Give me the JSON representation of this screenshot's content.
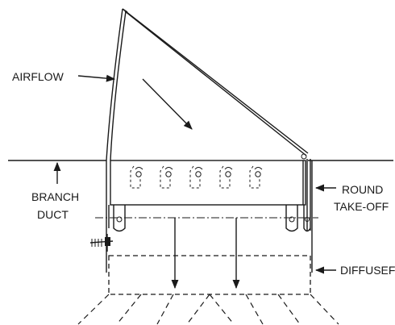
{
  "labels": {
    "airflow": "AIRFLOW",
    "branch_line1": "BRANCH",
    "branch_line2": "DUCT",
    "round_line1": "ROUND",
    "round_line2": "TAKE-OFF",
    "diffuser": "DIFFUSEF"
  },
  "colors": {
    "ink": "#1a1a1a",
    "background": "#ffffff"
  },
  "damper_count": 5
}
